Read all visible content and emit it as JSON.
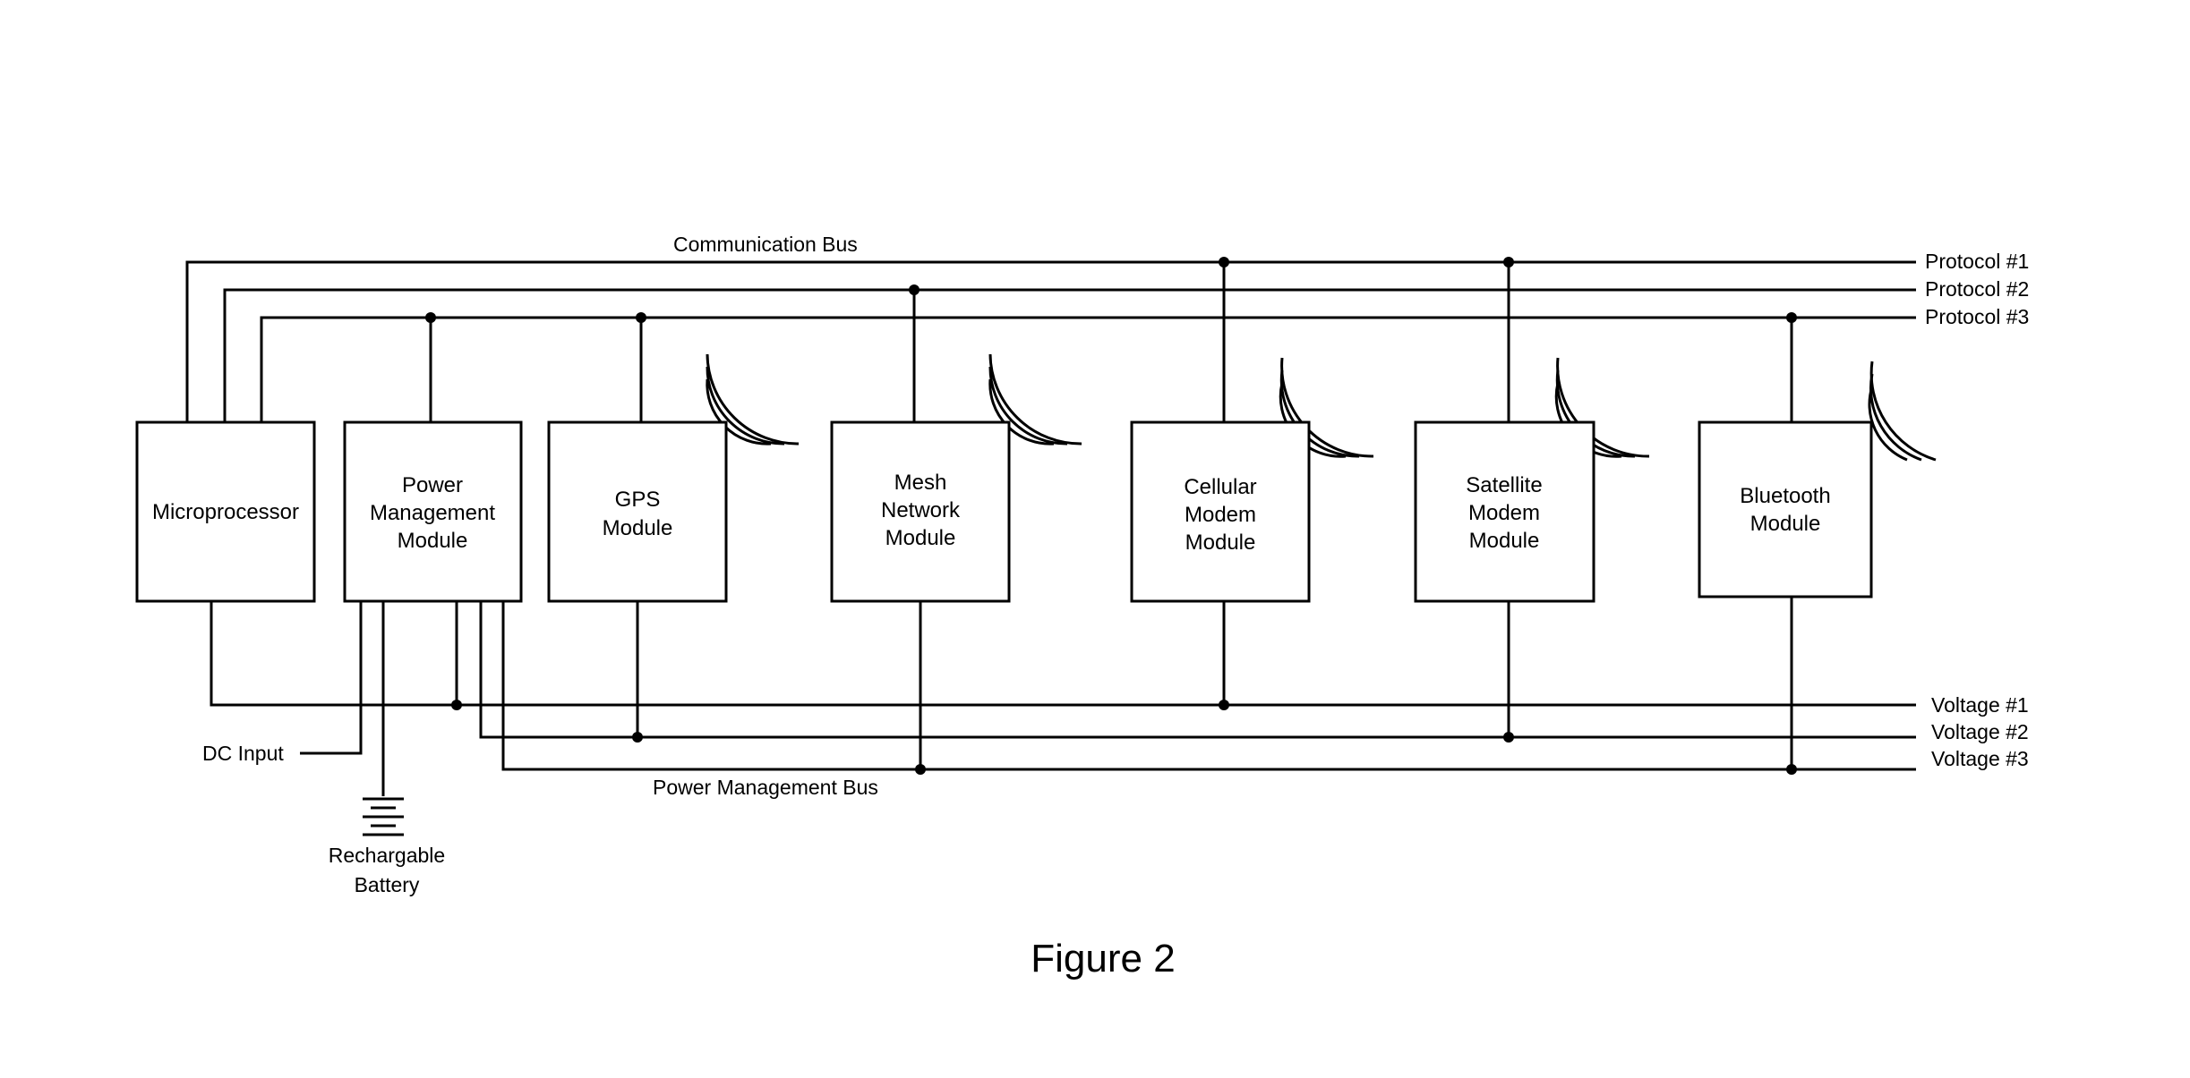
{
  "diagram": {
    "communication_bus_label": "Communication Bus",
    "power_management_bus_label": "Power Management Bus",
    "protocols": [
      "Protocol #1",
      "Protocol #2",
      "Protocol #3"
    ],
    "voltages": [
      "Voltage #1",
      "Voltage #2",
      "Voltage #3"
    ],
    "dc_input_label": "DC Input",
    "battery_label": [
      "Rechargable",
      "Battery"
    ],
    "modules": {
      "microprocessor": [
        "Microprocessor"
      ],
      "power_management": [
        "Power",
        "Management",
        "Module"
      ],
      "gps": [
        "GPS",
        "Module"
      ],
      "mesh": [
        "Mesh",
        "Network",
        "Module"
      ],
      "cellular": [
        "Cellular",
        "Modem",
        "Module"
      ],
      "satellite": [
        "Satellite",
        "Modem",
        "Module"
      ],
      "bluetooth": [
        "Bluetooth",
        "Module"
      ]
    }
  },
  "caption": "Figure 2"
}
